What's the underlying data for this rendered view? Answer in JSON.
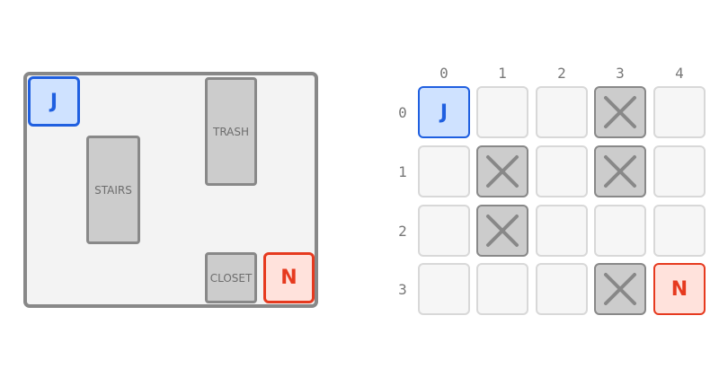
{
  "floor_plan": {
    "objects": [
      {
        "id": "trash",
        "label": "TRASH"
      },
      {
        "id": "stairs",
        "label": "STAIRS"
      },
      {
        "id": "closet",
        "label": "CLOSET"
      }
    ],
    "tokens": {
      "j": {
        "label": "J",
        "color": "#1f5fe0"
      },
      "n": {
        "label": "N",
        "color": "#e63a1f"
      }
    }
  },
  "grid": {
    "columns": [
      "0",
      "1",
      "2",
      "3",
      "4"
    ],
    "rows": [
      "0",
      "1",
      "2",
      "3"
    ],
    "cells": [
      [
        "J",
        "",
        "",
        "X",
        ""
      ],
      [
        "",
        "X",
        "",
        "X",
        ""
      ],
      [
        "",
        "X",
        "",
        "",
        ""
      ],
      [
        "",
        "",
        "",
        "X",
        "N"
      ]
    ],
    "colors": {
      "blocked": "#cccccc",
      "j": "#1f5fe0",
      "n": "#e63a1f"
    }
  }
}
